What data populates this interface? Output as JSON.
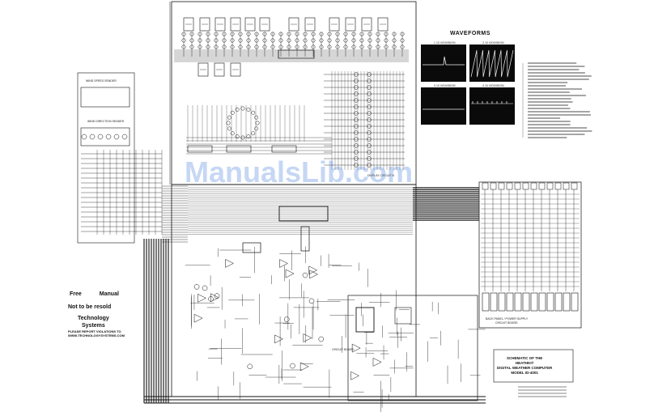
{
  "notice": {
    "free": "Free",
    "manual": "Manual",
    "not_resold": "Not to be resold",
    "technology": "Technology",
    "systems": "Systems",
    "report_line1": "PLEASE REPORT VIOLATIONS TO",
    "report_line2": "WWW.TECHNOLOGYSYSTEMS.COM"
  },
  "waveforms": {
    "title": "WAVEFORMS",
    "scopes": [
      {
        "number": "1",
        "label": "10 V/DIVISION"
      },
      {
        "number": "2",
        "label": "10 V/DIVISION"
      },
      {
        "number": "3",
        "label": "10 V/DIVISION"
      },
      {
        "number": "4",
        "label": "10 V/DIVISION"
      }
    ]
  },
  "title_block": {
    "line1": "SCHEMATIC OF THE",
    "line2": "HEATHKIT",
    "line3": "DIGITAL WEATHER COMPUTER",
    "line4": "MODEL ID-4001"
  },
  "board_labels": {
    "display": "DISPLAY",
    "circuit_board_display": "CIRCUIT B",
    "circuit_board_main": "CIRCUIT BOARD",
    "back_panel": "BACK PANEL / POWER SUPPLY",
    "back_panel_board": "CIRCUIT BOARD",
    "wind_speed": "WIND SPEED SENDER",
    "wind_direction": "WIND DIRECTION SENDER"
  },
  "watermark": "ManualsLib.com",
  "colors": {
    "ink": "#111111",
    "scope_bg": "#0a0a0a",
    "trace": "#f2f2f2",
    "watermark": "#5a8cdc"
  }
}
